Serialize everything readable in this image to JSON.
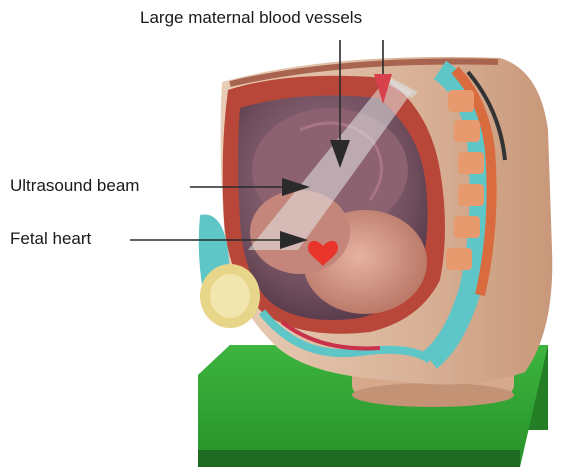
{
  "labels": {
    "vessels": "Large maternal blood vessels",
    "beam": "Ultrasound beam",
    "heart": "Fetal heart"
  },
  "colors": {
    "base_green": "#2f9a33",
    "skin": "#d9b79c",
    "uterus_wall": "#b64a3b",
    "amniotic_cavity": "#6b4a5a",
    "fetus": "#c98a7a",
    "spine_cyan": "#5fc6c8",
    "beam_overlay": "#e6e6e6",
    "heart_red": "#e8342a",
    "arrow": "#2a2a2a"
  },
  "icons": {
    "heart": "heart-icon"
  }
}
